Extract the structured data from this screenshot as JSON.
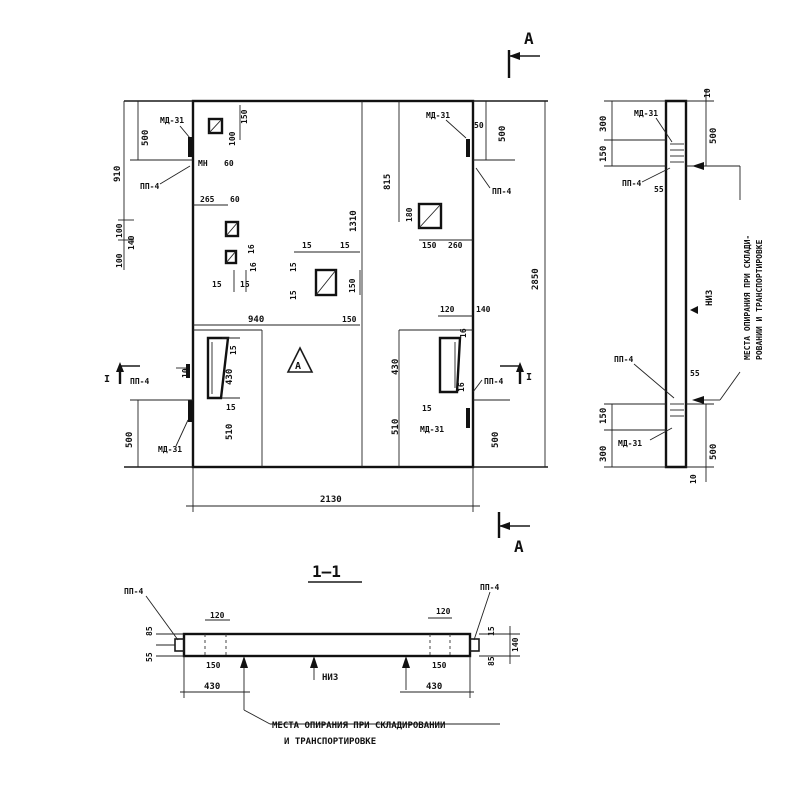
{
  "section_marker": "А",
  "section_marker_bottom": "А",
  "section_title": "1–1",
  "mark_label": "А",
  "cut_label_left": "I",
  "cut_label_right": "I",
  "plan": {
    "total_width": "2130",
    "total_height": "2850",
    "dim_1310": "1310",
    "dim_815": "815",
    "dim_910": "910",
    "dim_500_top_left": "500",
    "dim_500_top_right": "500",
    "dim_150_top": "150",
    "dim_100_top": "100",
    "dim_60": "60",
    "dim_60_b": "60",
    "dim_50": "50",
    "dim_265": "265",
    "dim_100_a": "100",
    "dim_140_left": "140",
    "dim_100_b": "100",
    "dim_15_a": "15",
    "dim_15_b": "15",
    "dim_15_c": "15",
    "dim_15_d": "15",
    "dim_15_e": "15",
    "dim_15_f": "15",
    "dim_15_g": "15",
    "dim_16_a": "16",
    "dim_16_b": "16",
    "dim_150_mid": "150",
    "dim_150_c": "150",
    "dim_260": "260",
    "dim_180": "180",
    "dim_940": "940",
    "dim_150_d": "150",
    "dim_120": "120",
    "dim_140_right": "140",
    "dim_430_left": "430",
    "dim_430_right": "430",
    "dim_510_left": "510",
    "dim_510_right": "510",
    "dim_500_bottom_left": "500",
    "dim_500_bottom_right": "500",
    "dim_16_c": "16",
    "dim_15_h": "15",
    "dim_10": "10",
    "labels": {
      "md31_top_left": "МД-31",
      "md31_top_right": "МД-31",
      "md31_bottom_left": "МД-31",
      "md31_bottom_right": "МД-31",
      "pp4_top_left": "ПП-4",
      "pp4_top_right": "ПП-4",
      "pp4_mid_left": "ПП-4",
      "pp4_mid_right": "ПП-4",
      "mn": "МН"
    }
  },
  "side": {
    "dim_10_top": "10",
    "dim_300_top": "300",
    "dim_150_top": "150",
    "dim_500_top": "500",
    "dim_55_top": "55",
    "dim_55_bottom": "55",
    "dim_150_bottom": "150",
    "dim_300_bottom": "300",
    "dim_500_bottom": "500",
    "dim_10_bottom": "10",
    "md31_top": "МД-31",
    "pp4_top": "ПП-4",
    "pp4_bottom": "ПП-4",
    "md31_bottom": "МД-31",
    "niz": "НИЗ",
    "note_line1": "МЕСТА ОПИРАНИЯ ПРИ СКЛАДИ-",
    "note_line2": "РОВАНИИ И ТРАНСПОРТИРОВКЕ"
  },
  "section": {
    "pp4_left": "ПП-4",
    "pp4_right": "ПП-4",
    "dim_85_left": "85",
    "dim_55_left": "55",
    "dim_120_left": "120",
    "dim_120_right": "120",
    "dim_15_right": "15",
    "dim_85_right": "85",
    "dim_140": "140",
    "dim_150_left": "150",
    "dim_150_right": "150",
    "dim_430_left": "430",
    "dim_430_right": "430",
    "niz": "НИЗ",
    "note_line1": "МЕСТА ОПИРАНИЯ ПРИ СКЛАДИРОВАНИИ",
    "note_line2": "И ТРАНСПОРТИРОВКЕ"
  }
}
